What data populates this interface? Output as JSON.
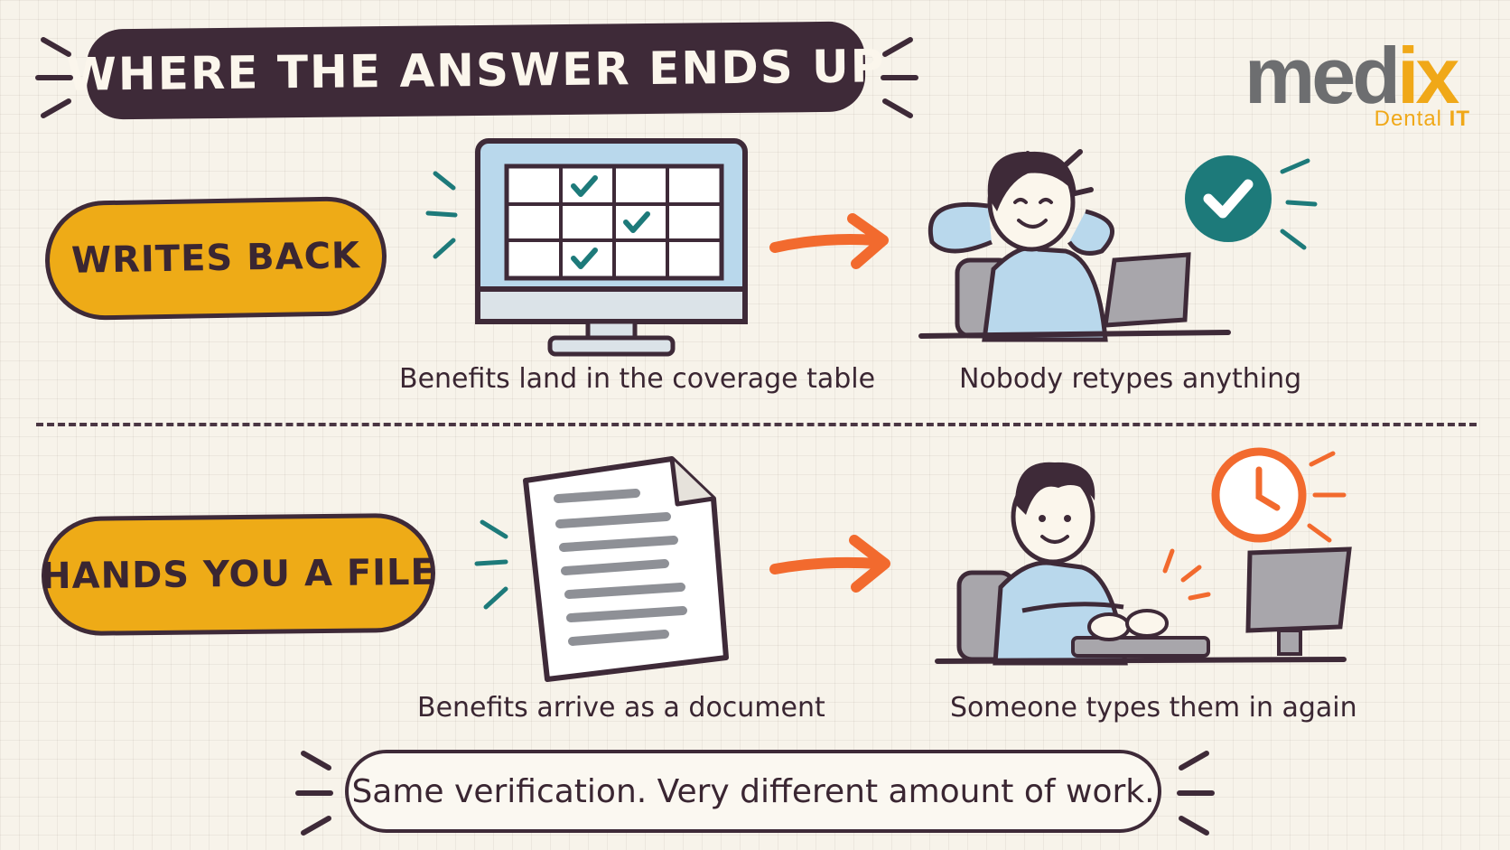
{
  "title": "WHERE THE ANSWER ENDS UP",
  "logo": {
    "brand_prefix": "med",
    "brand_suffix": "ix",
    "tagline_a": "Dental ",
    "tagline_b": "IT"
  },
  "rows": [
    {
      "label": "WRITES BACK",
      "source_caption": "Benefits land in the coverage table",
      "result_caption": "Nobody retypes anything",
      "source_icon": "monitor-with-checked-table-icon",
      "result_icon": "relaxed-person-with-checkmark-icon"
    },
    {
      "label": "HANDS YOU A FILE",
      "source_caption": "Benefits arrive as a document",
      "result_caption": "Someone types them in again",
      "source_icon": "document-file-icon",
      "result_icon": "typing-person-with-clock-icon"
    }
  ],
  "footer": "Same verification. Very different amount of work.",
  "colors": {
    "ink": "#3e2a38",
    "accent_yellow": "#eeab17",
    "arrow_orange": "#f26a2e",
    "teal": "#1d7a7a",
    "screen_blue": "#b9d8ec",
    "background": "#f7f3ea"
  }
}
